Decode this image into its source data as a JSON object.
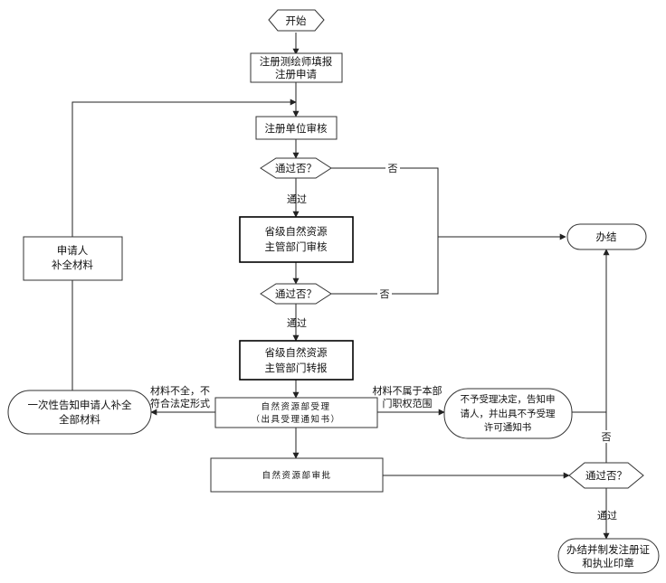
{
  "nodes": {
    "start": "开始",
    "register_l1": "注册测绘师填报",
    "register_l2": "注册申请",
    "unit_review": "注册单位审核",
    "decision1": "通过否？",
    "province_review_l1": "省级自然资源",
    "province_review_l2": "主管部门审核",
    "decision2": "通过否？",
    "province_forward_l1": "省级自然资源",
    "province_forward_l2": "主管部门转报",
    "accept_l1": "自然资源部受理",
    "accept_l2": "（出具受理通知书）",
    "approve": "自然资源部审批",
    "decision3": "通过否？",
    "finish": "办结",
    "supplement_l1": "申请人",
    "supplement_l2": "补全材料",
    "notify_l1": "一次性告知申请人补全",
    "notify_l2": "全部材料",
    "reject_l1": "不予受理决定，告知申",
    "reject_l2": "请人，并出具不予受理",
    "reject_l3": "许可通知书",
    "final_l1": "办结并制发注册证",
    "final_l2": "和执业印章"
  },
  "edge_labels": {
    "no1": "否",
    "yes1": "通过",
    "no2": "否",
    "yes2": "通过",
    "incomplete_l1": "材料不全，不",
    "incomplete_l2": "符合法定形式",
    "outscope_l1": "材料不属于本部",
    "outscope_l2": "门职权范围",
    "no3": "否",
    "yes3": "通过"
  }
}
